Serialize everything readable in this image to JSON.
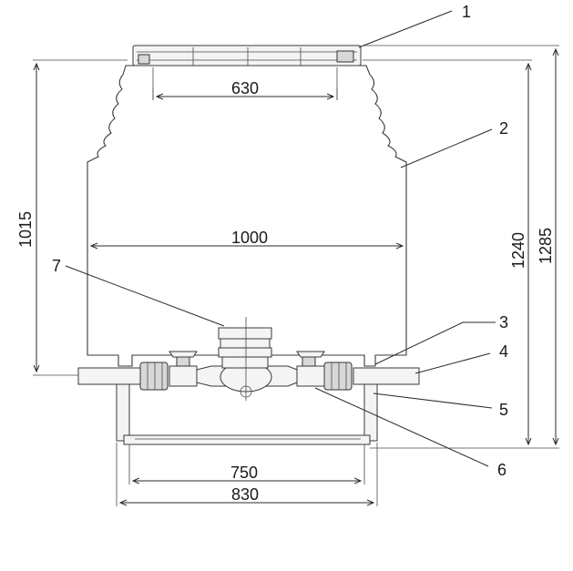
{
  "dimensions": {
    "top_cover_width": "630",
    "body_width": "1000",
    "frame_inner_width": "750",
    "frame_outer_width": "830",
    "height_to_pipe": "1015",
    "height_body": "1240",
    "height_total": "1285"
  },
  "callouts": [
    "1",
    "2",
    "3",
    "4",
    "5",
    "6",
    "7"
  ],
  "colors": {
    "line": "#2a2a2a",
    "background": "#ffffff"
  }
}
